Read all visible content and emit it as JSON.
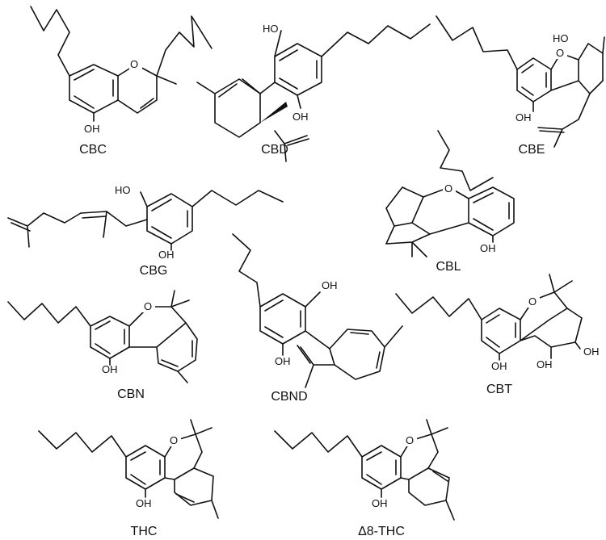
{
  "compounds": [
    {
      "name": "CBC",
      "atoms": [
        "O",
        "OH"
      ]
    },
    {
      "name": "CBD",
      "atoms": [
        "HO",
        "OH"
      ]
    },
    {
      "name": "CBE",
      "atoms": [
        "O",
        "HO",
        "OH"
      ]
    },
    {
      "name": "CBG",
      "atoms": [
        "HO",
        "OH"
      ]
    },
    {
      "name": "CBL",
      "atoms": [
        "O",
        "OH"
      ]
    },
    {
      "name": "CBN",
      "atoms": [
        "O",
        "OH"
      ]
    },
    {
      "name": "CBND",
      "atoms": [
        "OH",
        "OH"
      ]
    },
    {
      "name": "CBT",
      "atoms": [
        "O",
        "OH",
        "OH",
        "OH"
      ]
    },
    {
      "name": "THC",
      "atoms": [
        "O",
        "OH"
      ]
    },
    {
      "name": "Δ8-THC",
      "atoms": [
        "O",
        "OH"
      ]
    }
  ],
  "colors": {
    "line": "#111111",
    "background": "#ffffff"
  }
}
